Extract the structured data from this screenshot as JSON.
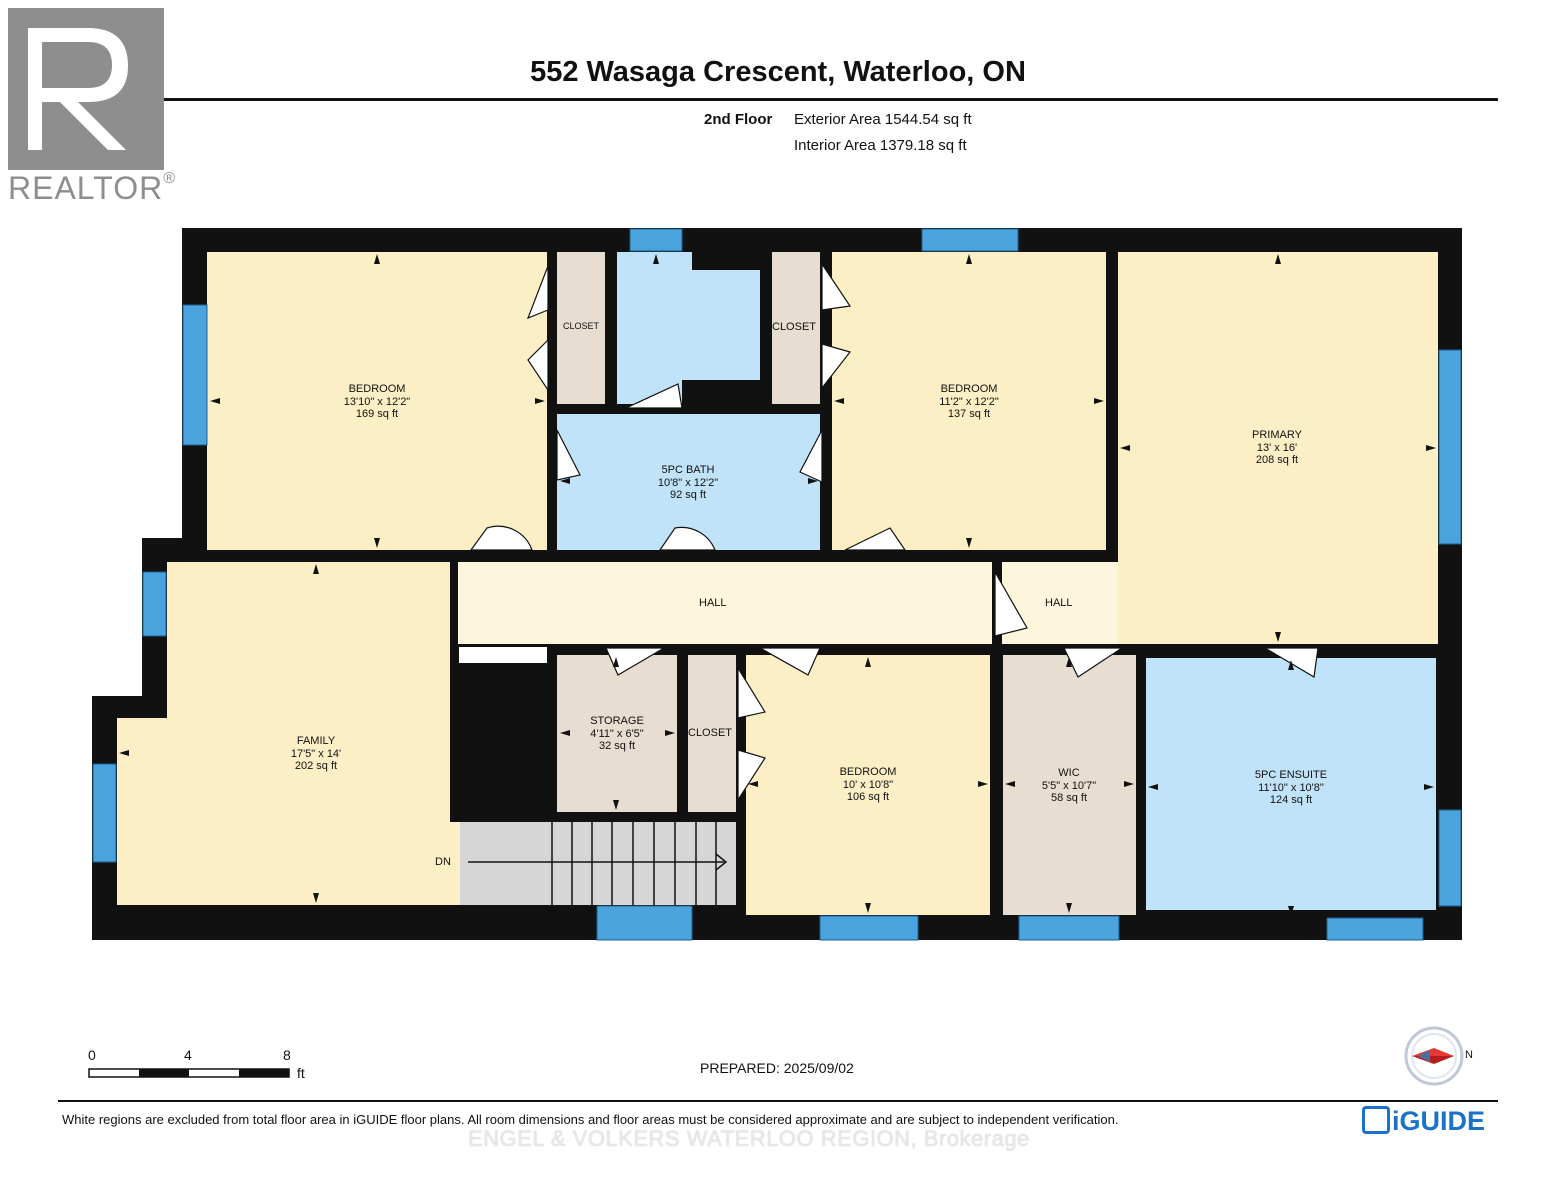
{
  "title": "552 Wasaga Crescent, Waterloo, ON",
  "logo": {
    "text": "REALTOR",
    "mark": "®"
  },
  "header": {
    "floor": "2nd Floor",
    "exterior_area": "Exterior Area 1544.54 sq ft",
    "interior_area": "Interior Area 1379.18 sq ft"
  },
  "rooms": {
    "bedroom1": {
      "name": "BEDROOM",
      "dims": "13'10\" x 12'2\"",
      "area": "169 sq ft"
    },
    "bedroom2": {
      "name": "BEDROOM",
      "dims": "11'2\" x 12'2\"",
      "area": "137 sq ft"
    },
    "primary": {
      "name": "PRIMARY",
      "dims": "13' x 16'",
      "area": "208 sq ft"
    },
    "bath": {
      "name": "5PC BATH",
      "dims": "10'8\" x 12'2\"",
      "area": "92 sq ft"
    },
    "family": {
      "name": "FAMILY",
      "dims": "17'5\" x 14'",
      "area": "202 sq ft"
    },
    "storage": {
      "name": "STORAGE",
      "dims": "4'11\" x 6'5\"",
      "area": "32 sq ft"
    },
    "bedroom3": {
      "name": "BEDROOM",
      "dims": "10' x 10'8\"",
      "area": "106 sq ft"
    },
    "wic": {
      "name": "WIC",
      "dims": "5'5\" x 10'7\"",
      "area": "58 sq ft"
    },
    "ensuite": {
      "name": "5PC ENSUITE",
      "dims": "11'10\" x 10'8\"",
      "area": "124 sq ft"
    }
  },
  "tags": {
    "closet1": "CLOSET",
    "closet2": "CLOSET",
    "closet3": "CLOSET",
    "hall1": "HALL",
    "hall2": "HALL",
    "stairs": "DN"
  },
  "scale": {
    "ticks": [
      "0",
      "4",
      "8"
    ],
    "unit": "ft"
  },
  "compass": {
    "label": "N"
  },
  "prepared": "PREPARED: 2025/09/02",
  "disclaimer": "White regions are excluded from total floor area in iGUIDE floor plans. All room dimensions and floor areas must be considered approximate and are subject to independent verification.",
  "watermark": "ENGEL & VOLKERS WATERLOO REGION, Brokerage",
  "brand": "iGUIDE",
  "colors": {
    "bedroom": "#fcefc6",
    "hall": "#fdf6dc",
    "bath": "#c1e3f9",
    "closet": "#e7ddd0",
    "wall": "#111111",
    "window": "#4aa3dc",
    "iguide": "#1a73c8"
  }
}
